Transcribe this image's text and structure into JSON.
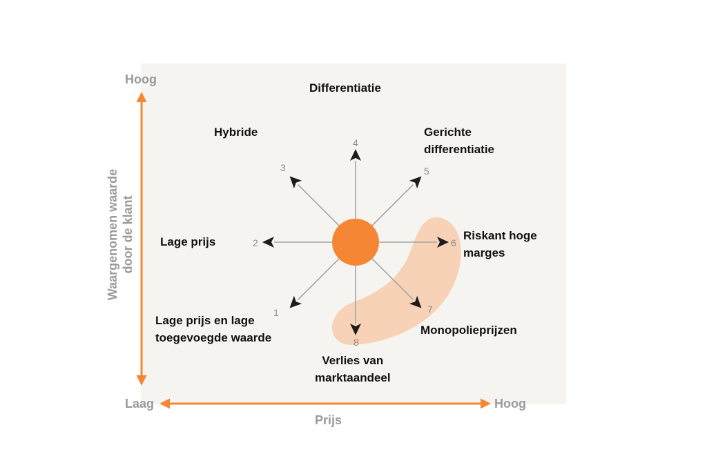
{
  "axes": {
    "y_high": "Hoog",
    "x_low": "Laag",
    "x_high": "Hoog",
    "x_title": "Prijs",
    "y_title_lines": [
      "Waargenomen waarde",
      "door de klant"
    ]
  },
  "strategies": [
    {
      "num": "1",
      "lines": [
        "Lage prijs en lage",
        "toegevoegde waarde"
      ]
    },
    {
      "num": "2",
      "lines": [
        "Lage prijs"
      ]
    },
    {
      "num": "3",
      "lines": [
        "Hybride"
      ]
    },
    {
      "num": "4",
      "lines": [
        "Differentiatie"
      ]
    },
    {
      "num": "5",
      "lines": [
        "Gerichte",
        "differentiatie"
      ]
    },
    {
      "num": "6",
      "lines": [
        "Riskant hoge",
        "marges"
      ]
    },
    {
      "num": "7",
      "lines": [
        "Monopolieprijzen"
      ]
    },
    {
      "num": "8",
      "lines": [
        "Verlies van",
        "marktaandeel"
      ]
    }
  ],
  "colors": {
    "accent": "#f58634",
    "highlight": "#f7d2b6",
    "panel": "#f6f4f0",
    "arrow": "#a3a3a3",
    "arrowhead": "#1c1c1c"
  }
}
